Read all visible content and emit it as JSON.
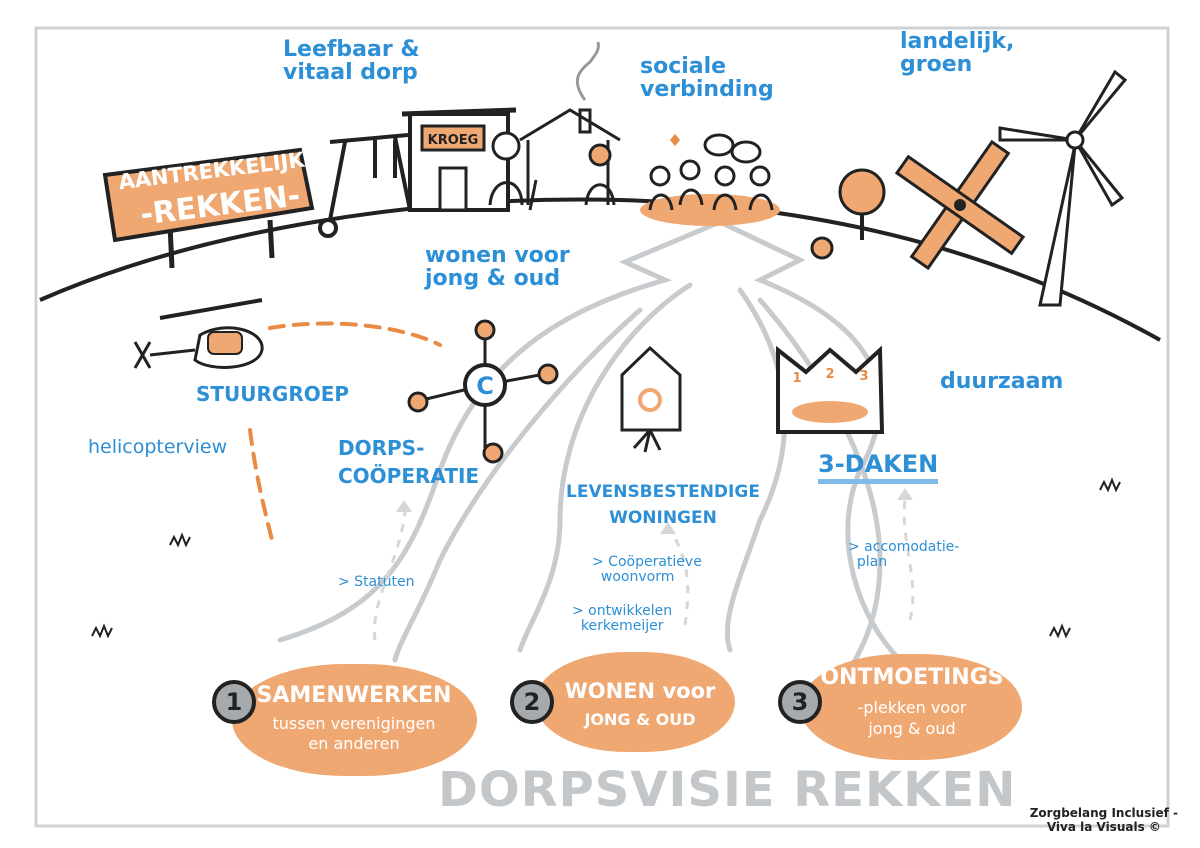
{
  "sign": {
    "line1": "AANTREKKELIJK",
    "line2": "-REKKEN-"
  },
  "kroeg": "KROEG",
  "labels": {
    "leefbaar": "Leefbaar &\nvitaal dorp",
    "sociale": "sociale\nverbinding",
    "landelijk": "landelijk,\ngroen",
    "wonen_jong_oud": "wonen voor\njong & oud",
    "duurzaam": "duurzaam",
    "stuurgroep": "STUURGROEP",
    "helicopterview": "helicopterview",
    "dorpscooperatie": "DORPS-\nCOÖPERATIE",
    "levensbestendige": "LEVENSBESTENDIGE\nWONINGEN",
    "daken": "3-DAKEN",
    "statuten": "> Statuten",
    "cooperatieve": "> Coöperatieve\n  woonvorm",
    "ontwikkelen": "> ontwikkelen\n  kerkemeijer",
    "accomodatie": "> accomodatie-\n  plan"
  },
  "daken_numbers": [
    "1",
    "2",
    "3"
  ],
  "coop_letter": "C",
  "steps": [
    {
      "num": "1",
      "head": "SAMENWERKEN",
      "body": "tussen verenigingen\nen anderen"
    },
    {
      "num": "2",
      "head": "WONEN voor",
      "body": "JONG & OUD"
    },
    {
      "num": "3",
      "head": "ONTMOETINGS",
      "body": "-plekken voor\njong & oud"
    }
  ],
  "title": "DORPSVISIE REKKEN",
  "credit": "Zorgbelang Inclusief -\nViva la Visuals ©",
  "colors": {
    "orange": "#f0a872",
    "dark_orange": "#e98a45",
    "blue": "#2d8fd5",
    "grey": "#c4c7ca",
    "ink": "#222222"
  }
}
